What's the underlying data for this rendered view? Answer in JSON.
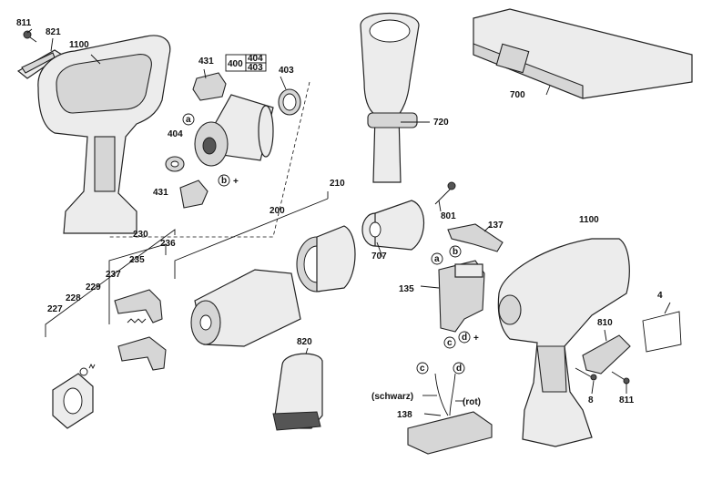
{
  "labels": {
    "p811a": "811",
    "p821": "821",
    "p1100a": "1100",
    "p431a": "431",
    "p400": "400",
    "p404a": "404",
    "p403a": "403",
    "p403b": "403",
    "p404b": "404",
    "p431b": "431",
    "p720": "720",
    "p700": "700",
    "p210": "210",
    "p200": "200",
    "p801": "801",
    "p137": "137",
    "p1100b": "1100",
    "p230": "230",
    "p236": "236",
    "p235": "235",
    "p237": "237",
    "p229": "229",
    "p228": "228",
    "p227": "227",
    "p707": "707",
    "p135": "135",
    "p4": "4",
    "p810": "810",
    "p820": "820",
    "p8": "8",
    "p811b": "811",
    "p138": "138",
    "schwarz": "(schwarz)",
    "rot": "(rot)"
  },
  "markers": {
    "a1": "a",
    "b1": "b",
    "a2": "a",
    "b2": "b",
    "c1": "c",
    "d1": "d",
    "c2": "c",
    "d2": "d",
    "plus1": "+",
    "plus2": "+"
  }
}
